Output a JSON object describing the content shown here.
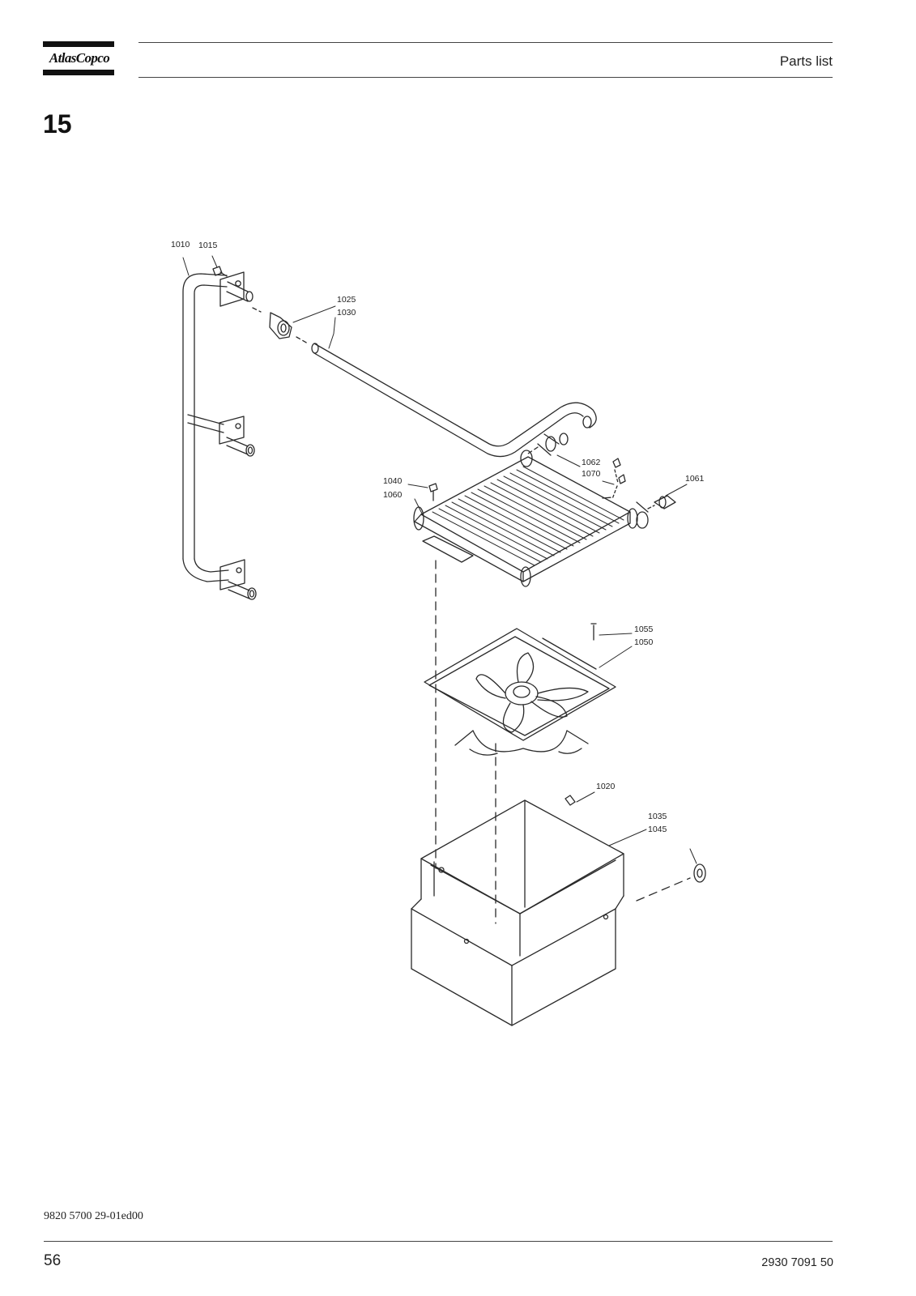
{
  "header": {
    "brand": "AtlasCopco",
    "title": "Parts list"
  },
  "section": {
    "number": "15"
  },
  "callouts": {
    "c1010": "1010",
    "c1015": "1015",
    "c1020": "1020",
    "c1025": "1025",
    "c1030": "1030",
    "c1035": "1035",
    "c1040": "1040",
    "c1045": "1045",
    "c1050": "1050",
    "c1055": "1055",
    "c1060": "1060",
    "c1061": "1061",
    "c1062": "1062",
    "c1070": "1070"
  },
  "footer": {
    "doc_code": "9820 5700 29-01ed00",
    "page": "56",
    "manual_number": "2930 7091 50"
  }
}
